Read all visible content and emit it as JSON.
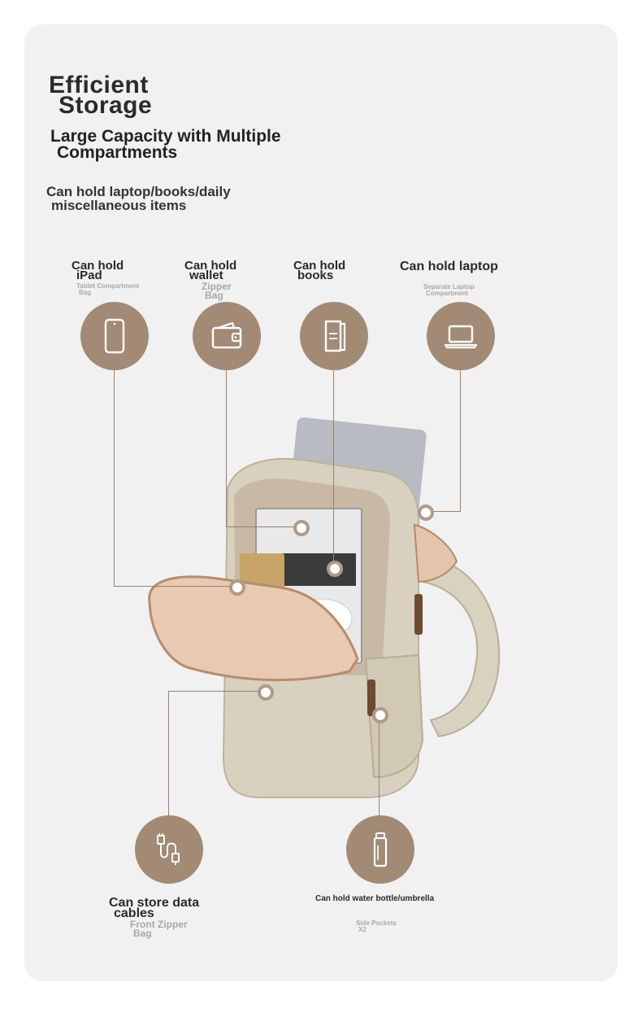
{
  "header": {
    "title_line1": "Efficient",
    "title_line2": "Storage",
    "subtitle_line1": "Large Capacity with Multiple",
    "subtitle_line2": "Compartments",
    "desc_line1": "Can hold laptop/books/daily",
    "desc_line2": "miscellaneous items"
  },
  "features": {
    "ipad": {
      "label_line1": "Can hold",
      "label_line2": "iPad",
      "sub_line1": "Tablet Compartment",
      "sub_line2": "Bag",
      "icon": "tablet-icon"
    },
    "wallet": {
      "label_line1": "Can hold",
      "label_line2": "wallet",
      "sub_line1": "Zipper",
      "sub_line2": "Bag",
      "icon": "wallet-icon"
    },
    "books": {
      "label_line1": "Can hold",
      "label_line2": "books",
      "icon": "book-icon"
    },
    "laptop": {
      "label": "Can hold laptop",
      "sub_line1": "Separate Laptop",
      "sub_line2": "Compartment",
      "icon": "laptop-icon"
    },
    "cables": {
      "label_line1": "Can store data",
      "label_line2": "cables",
      "sub_line1": "Front Zipper",
      "sub_line2": "Bag",
      "icon": "cable-icon"
    },
    "bottle": {
      "label": "Can hold water bottle/umbrella",
      "sub_line1": "Side Pockets",
      "sub_line2": "X2",
      "icon": "bottle-icon"
    }
  },
  "colors": {
    "accent": "#a38a74",
    "line": "#9c806a",
    "panel": "#f1f1f1"
  }
}
